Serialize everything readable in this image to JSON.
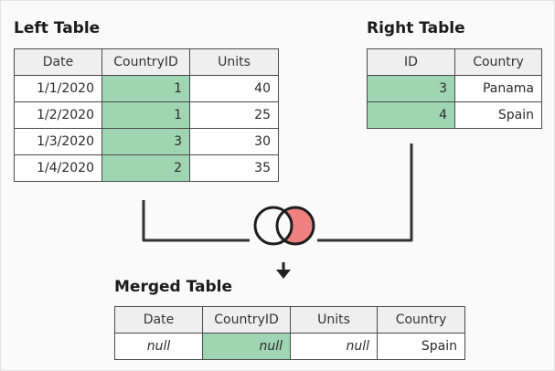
{
  "left_table": {
    "title": "Left Table",
    "columns": [
      "Date",
      "CountryID",
      "Units"
    ],
    "rows": [
      [
        "1/1/2020",
        "1",
        "40"
      ],
      [
        "1/2/2020",
        "1",
        "25"
      ],
      [
        "1/3/2020",
        "3",
        "30"
      ],
      [
        "1/4/2020",
        "2",
        "35"
      ]
    ]
  },
  "right_table": {
    "title": "Right Table",
    "columns": [
      "ID",
      "Country"
    ],
    "rows": [
      [
        "3",
        "Panama"
      ],
      [
        "4",
        "Spain"
      ]
    ]
  },
  "merged_table": {
    "title": "Merged Table",
    "columns": [
      "Date",
      "CountryID",
      "Units",
      "Country"
    ],
    "rows": [
      [
        "null",
        "null",
        "null",
        "Spain"
      ]
    ]
  },
  "colors": {
    "key_column": "#9fd5b3",
    "header_bg": "#efefef",
    "join_highlight": "#f08080",
    "line": "#333333"
  },
  "icons": {
    "join": "right-anti-join-venn-icon",
    "arrow": "arrow-down-icon"
  }
}
